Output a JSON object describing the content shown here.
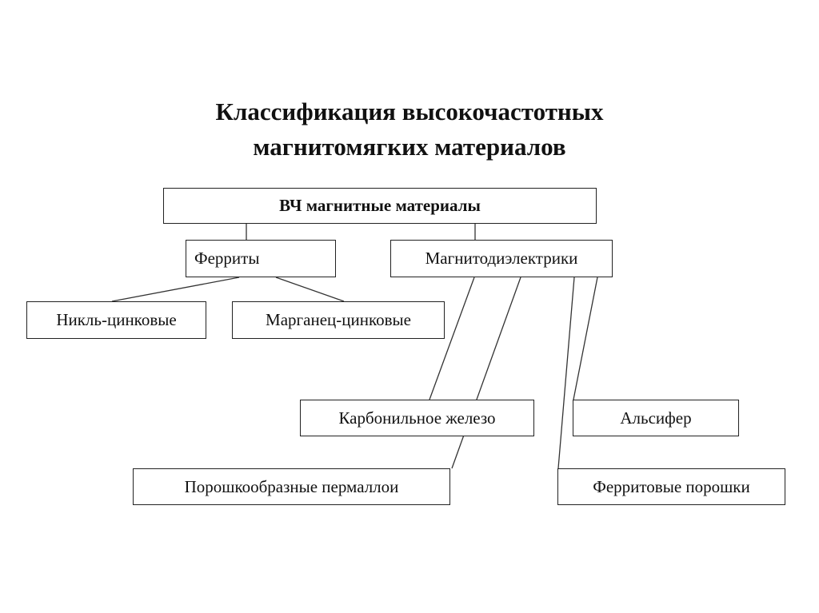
{
  "title_line1": "Классификация высокочастотных",
  "title_line2": "магнитомягких материалов",
  "root": "ВЧ магнитные материалы",
  "ferrites": "Ферриты",
  "magnetodielectrics": "Магнитодиэлектрики",
  "nickel_zinc": "Никль-цинковые",
  "manganese_zinc": "Марганец-цинковые",
  "carbonyl_iron": "Карбонильное железо",
  "alsifer": "Альсифер",
  "powder_permalloy": "Порошкообразные пермаллои",
  "ferrite_powders": "Ферритовые порошки"
}
